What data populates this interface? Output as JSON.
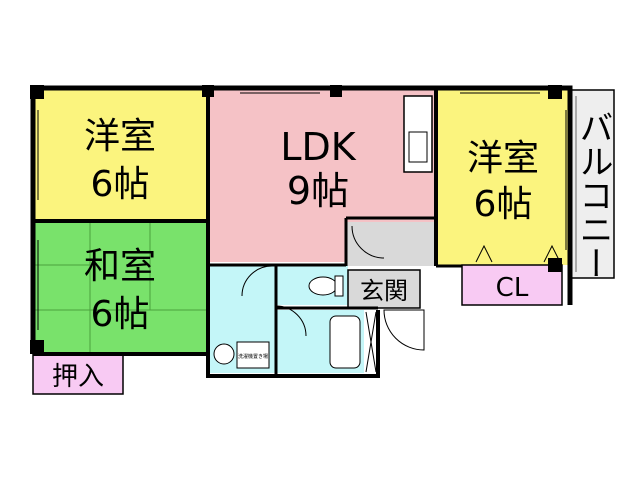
{
  "rooms": {
    "western_left": {
      "name": "洋室",
      "size": "6帖",
      "color": "#fbf47e"
    },
    "ldk": {
      "name": "LDK",
      "size": "9帖",
      "color": "#f5c2c6"
    },
    "western_right": {
      "name": "洋室",
      "size": "6帖",
      "color": "#fbf47e"
    },
    "japanese": {
      "name": "和室",
      "size": "6帖",
      "color": "#79e26b"
    },
    "entrance": {
      "name": "玄関",
      "color": "#d9d9d9"
    },
    "closet": {
      "name": "CL",
      "color": "#f8caf3"
    },
    "storage": {
      "name": "押入",
      "color": "#f8caf3"
    },
    "balcony": {
      "name": "バルコニー",
      "color": "#eeeeee"
    },
    "wet_area": {
      "color": "#c4f6f8"
    }
  },
  "fixtures": {
    "washer_label": "洗濯機置き場"
  }
}
